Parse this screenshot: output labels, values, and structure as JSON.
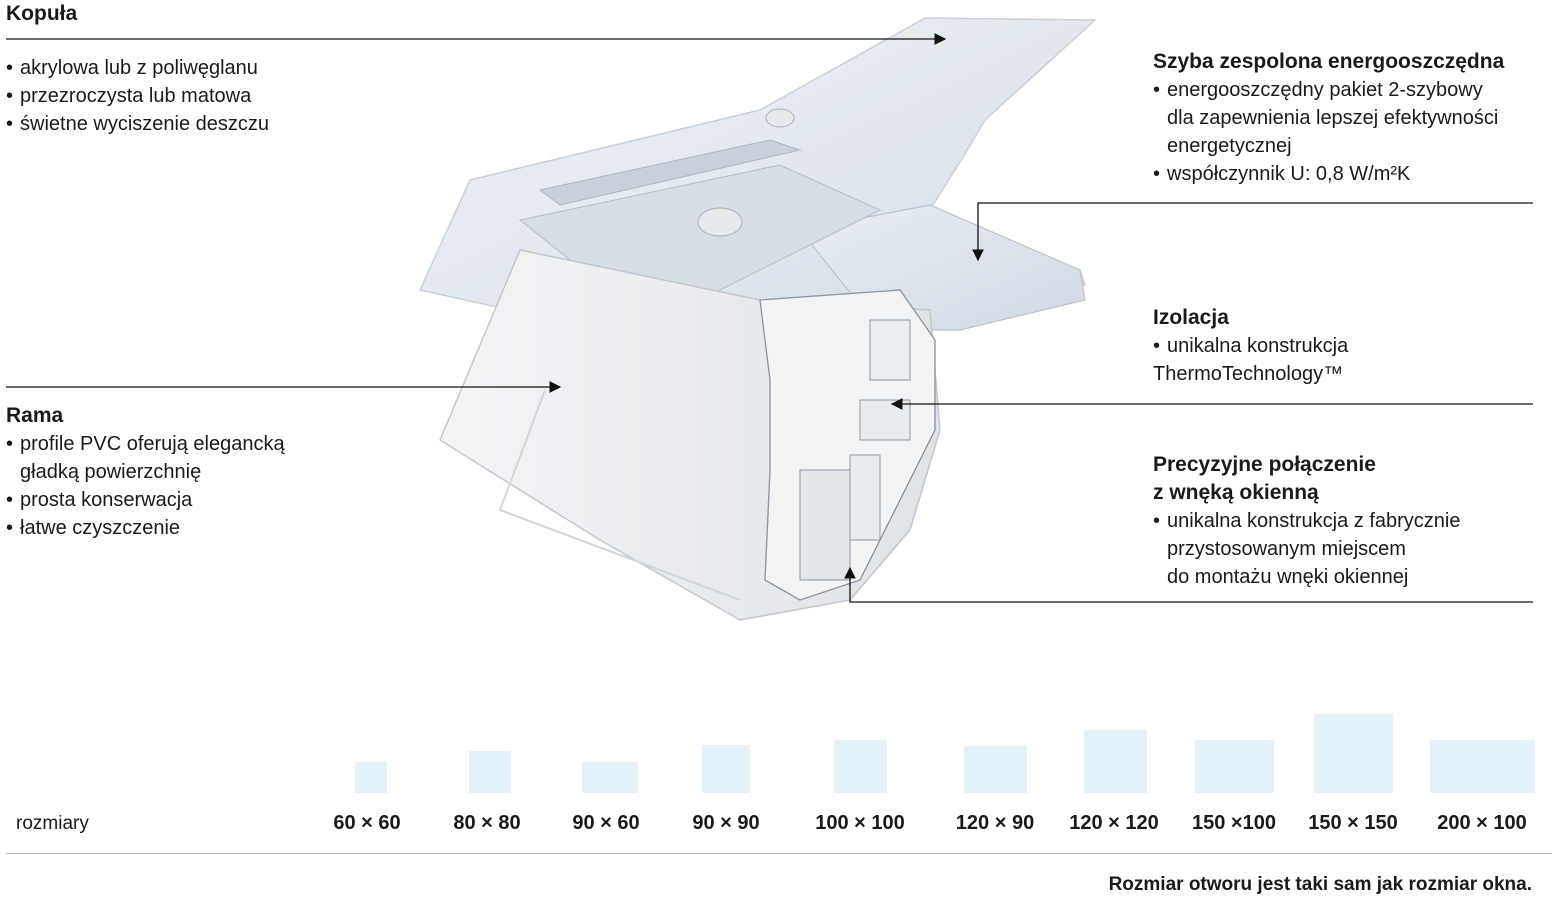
{
  "kopula": {
    "title": "Kopuła",
    "items": [
      "akrylowa lub z poliwęglanu",
      "przezroczysta lub matowa",
      "świetne wyciszenie deszczu"
    ]
  },
  "rama": {
    "title": "Rama",
    "items": [
      "profile PVC oferują elegancką",
      "gładką powierzchnię",
      "prosta konserwacja",
      "łatwe czyszczenie"
    ]
  },
  "szyba": {
    "title": "Szyba zespolona energooszczędna",
    "items": [
      "energooszczędny pakiet 2-szybowy",
      "dla zapewnienia lepszej efektywności",
      "energetycznej",
      " współczynnik U: 0,8 W/m²K"
    ]
  },
  "izolacja": {
    "title": "Izolacja",
    "items": [
      "unikalna konstrukcja",
      "ThermoTechnology™"
    ]
  },
  "polaczenie": {
    "title": "Precyzyjne połączenie",
    "title2": "z wnęką okienną",
    "items": [
      "unikalna konstrukcja z fabrycznie",
      "przystosowanym miejscem",
      "do montażu wnęki okiennej"
    ]
  },
  "sizes": {
    "label": "rozmiary",
    "list": [
      "60 × 60",
      "80 × 80",
      "90 × 60",
      "90 × 90",
      "100 × 100",
      "120 × 90",
      "120 × 120",
      "150 ×100",
      "150 × 150",
      "200 × 100"
    ]
  },
  "footnote": "Rozmiar otworu jest taki sam jak rozmiar okna.",
  "colors": {
    "size_box": "#e3f1fb",
    "glass": "#dfe6ef",
    "frame": "#eef0f3"
  }
}
